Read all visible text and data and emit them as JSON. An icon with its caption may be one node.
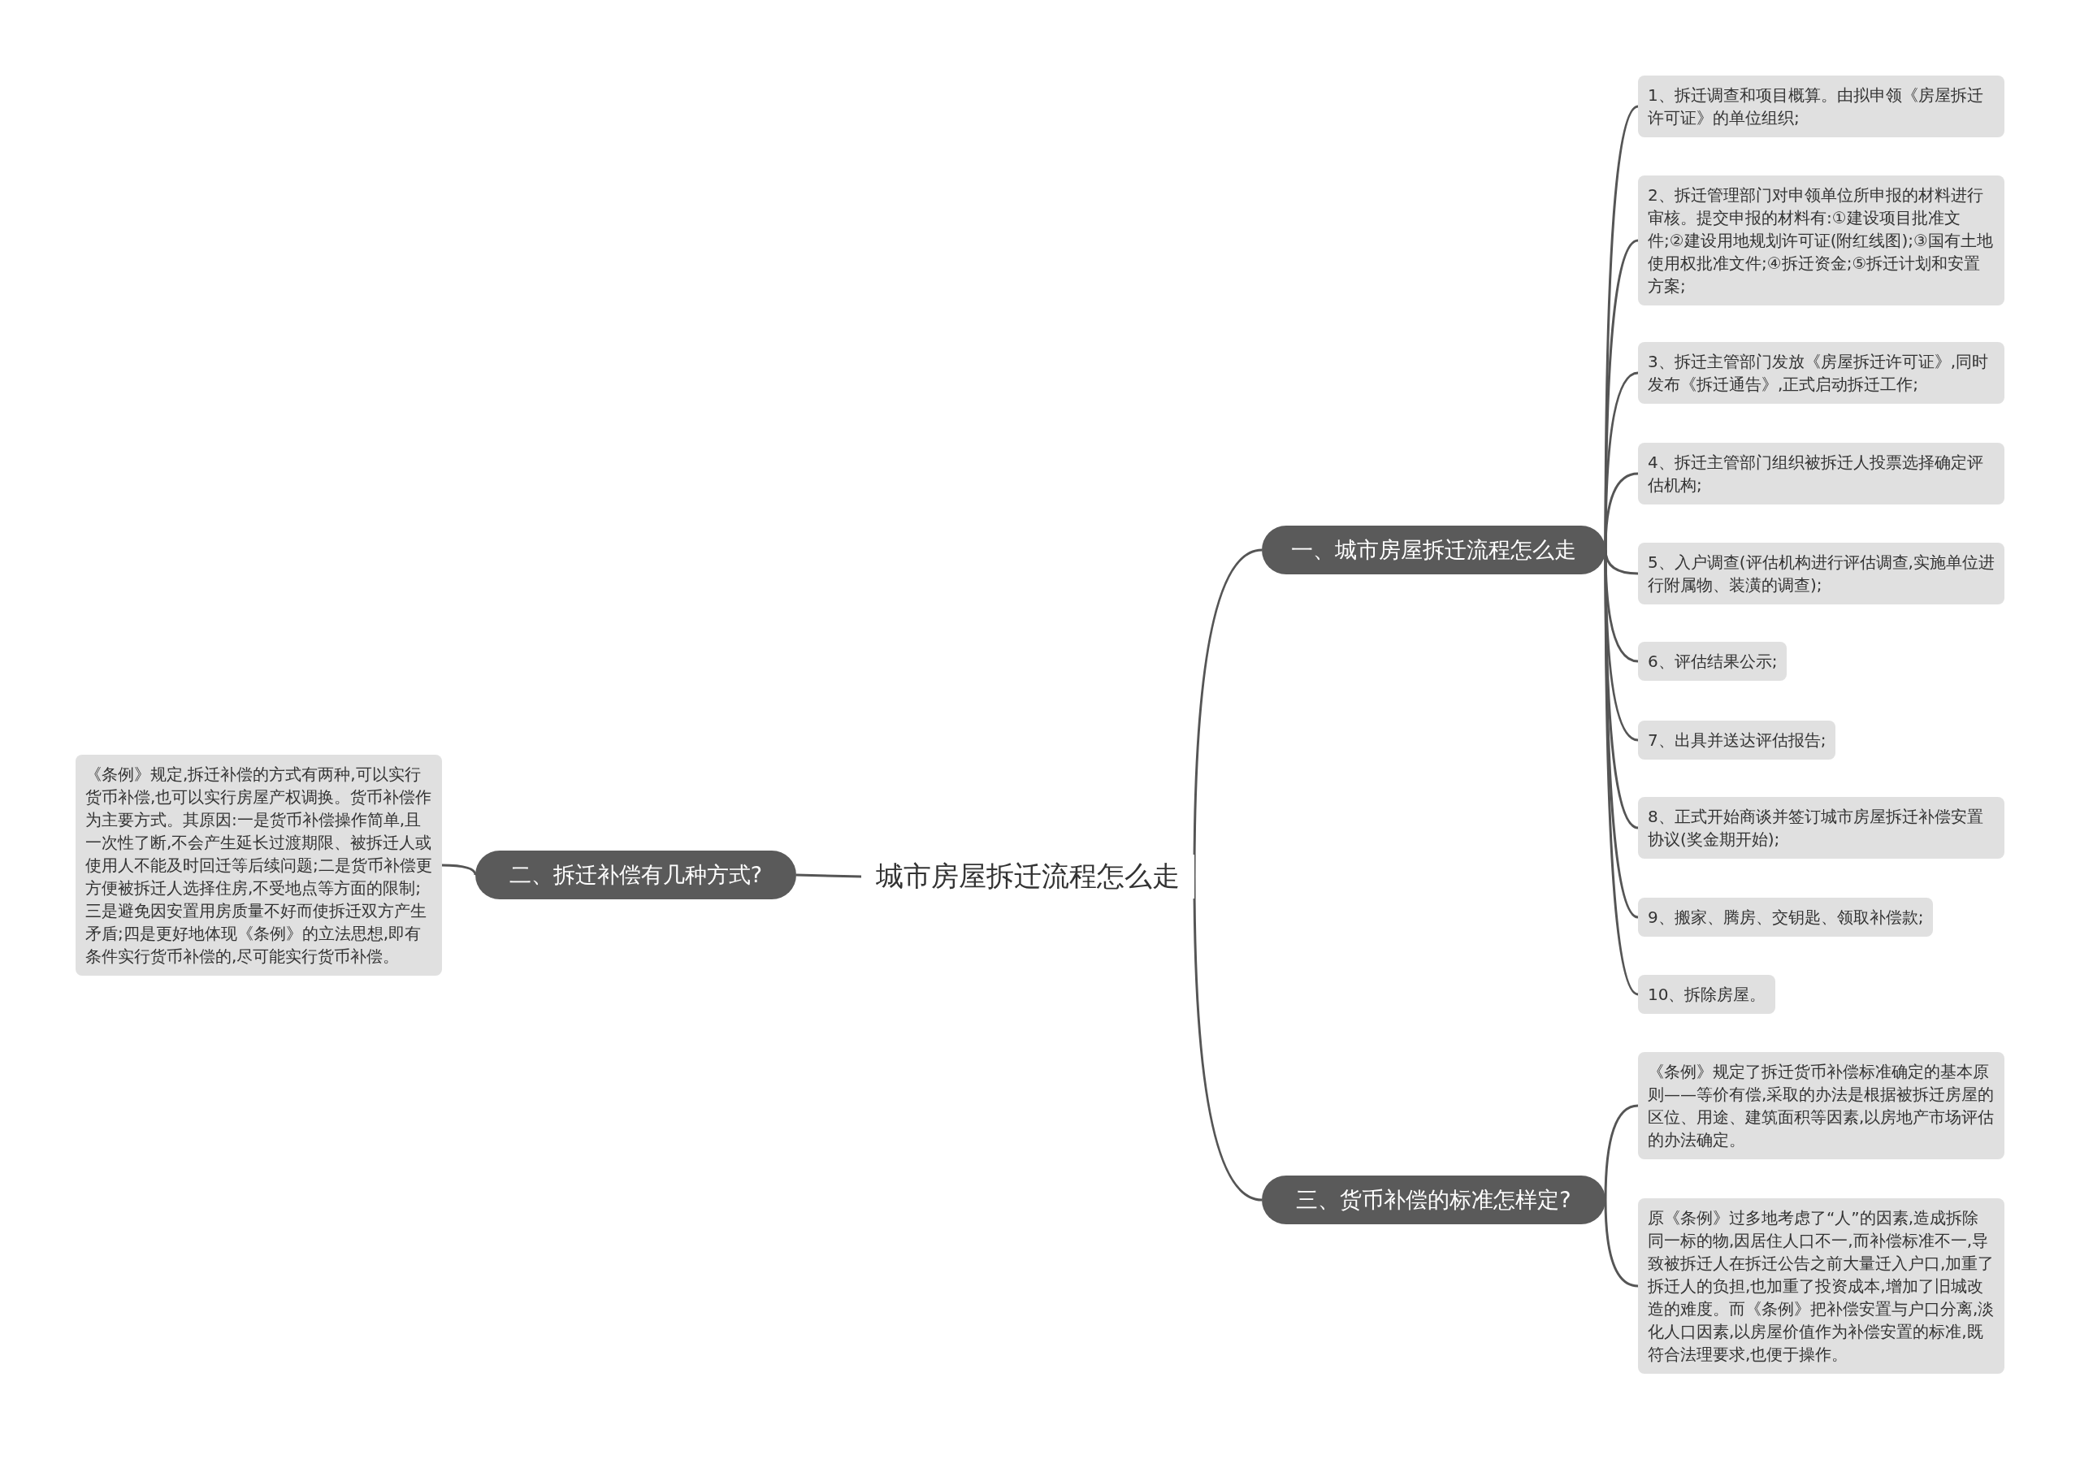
{
  "diagram": {
    "nodes": [
      {
        "text": [
          "城市房屋拆迁流程怎么走"
        ]
      },
      {
        "text": [
          "一、城市房屋拆迁流程怎么走"
        ]
      },
      {
        "text": [
          "二、拆迁补偿有几种方式?"
        ]
      },
      {
        "text": [
          "三、货币补偿的标准怎样定?"
        ]
      },
      {
        "text": [
          "1、拆迁调查和项目概算。由拟申领《房屋拆迁许可证》的单位组织;"
        ]
      },
      {
        "text": [
          "2、拆迁管理部门对申领单位所申报的材料进行审核。提交申报的材料有:①建设项目批准文件;②建设用地规划许可证(附红线图);③国有土地使用权批准文件;④拆迁资金;⑤拆迁计划和安置方案;"
        ]
      },
      {
        "text": [
          "3、拆迁主管部门发放《房屋拆迁许可证》,同时发布《拆迁通告》,正式启动拆迁工作;"
        ]
      },
      {
        "text": [
          "4、拆迁主管部门组织被拆迁人投票选择确定评估机构;"
        ]
      },
      {
        "text": [
          "5、入户调查(评估机构进行评估调查,实施单位进行附属物、装潢的调查);"
        ]
      },
      {
        "text": [
          "6、评估结果公示;"
        ]
      },
      {
        "text": [
          "7、出具并送达评估报告;"
        ]
      },
      {
        "text": [
          "8、正式开始商谈并签订城市房屋拆迁补偿安置协议(奖金期开始);"
        ]
      },
      {
        "text": [
          "9、搬家、腾房、交钥匙、领取补偿款;"
        ]
      },
      {
        "text": [
          "10、拆除房屋。"
        ]
      },
      {
        "text": [
          "《条例》规定,拆迁补偿的方式有两种,可以实行货币补偿,也可以实行房屋产权调换。货币补偿作为主要方式。其原因:一是货币补偿操作简单,且一次性了断,不会产生延长过渡期限、被拆迁人或使用人不能及时回迁等后续问题;二是货币补偿更方便被拆迁人选择住房,不受地点等方面的限制;三是避免因安置用房质量不好而使拆迁双方产生矛盾;四是更好地体现《条例》的立法思想,即有条件实行货币补偿的,尽可能实行货币补偿。"
        ]
      },
      {
        "text": [
          "《条例》规定了拆迁货币补偿标准确定的基本原则——等价有偿,采取的办法是根据被拆迁房屋的区位、用途、建筑面积等因素,以房地产市场评估的办法确定。"
        ]
      },
      {
        "text": [
          "原《条例》过多地考虑了“人”的因素,造成拆除同一标的物,因居住人口不一,而补偿标准不一,导致被拆迁人在拆迁公告之前大量迁入户口,加重了拆迁人的负担,也加重了投资成本,增加了旧城改造的难度。而《条例》把补偿安置与户口分离,淡化人口因素,以房屋价值作为补偿安置的标准,既符合法理要求,也便于操作。"
        ]
      }
    ],
    "edges": [
      {
        "from": 0,
        "to": 1,
        "arrow": "none"
      },
      {
        "from": 0,
        "to": 2,
        "arrow": "none"
      },
      {
        "from": 0,
        "to": 3,
        "arrow": "none"
      },
      {
        "from": 1,
        "to": 4,
        "arrow": "none"
      },
      {
        "from": 1,
        "to": 5,
        "arrow": "none"
      },
      {
        "from": 1,
        "to": 6,
        "arrow": "none"
      },
      {
        "from": 1,
        "to": 7,
        "arrow": "none"
      },
      {
        "from": 1,
        "to": 8,
        "arrow": "none"
      },
      {
        "from": 1,
        "to": 9,
        "arrow": "none"
      },
      {
        "from": 1,
        "to": 10,
        "arrow": "none"
      },
      {
        "from": 1,
        "to": 11,
        "arrow": "none"
      },
      {
        "from": 1,
        "to": 12,
        "arrow": "none"
      },
      {
        "from": 1,
        "to": 13,
        "arrow": "none"
      },
      {
        "from": 2,
        "to": 14,
        "arrow": "none"
      },
      {
        "from": 3,
        "to": 15,
        "arrow": "none"
      },
      {
        "from": 3,
        "to": 16,
        "arrow": "none"
      }
    ]
  }
}
